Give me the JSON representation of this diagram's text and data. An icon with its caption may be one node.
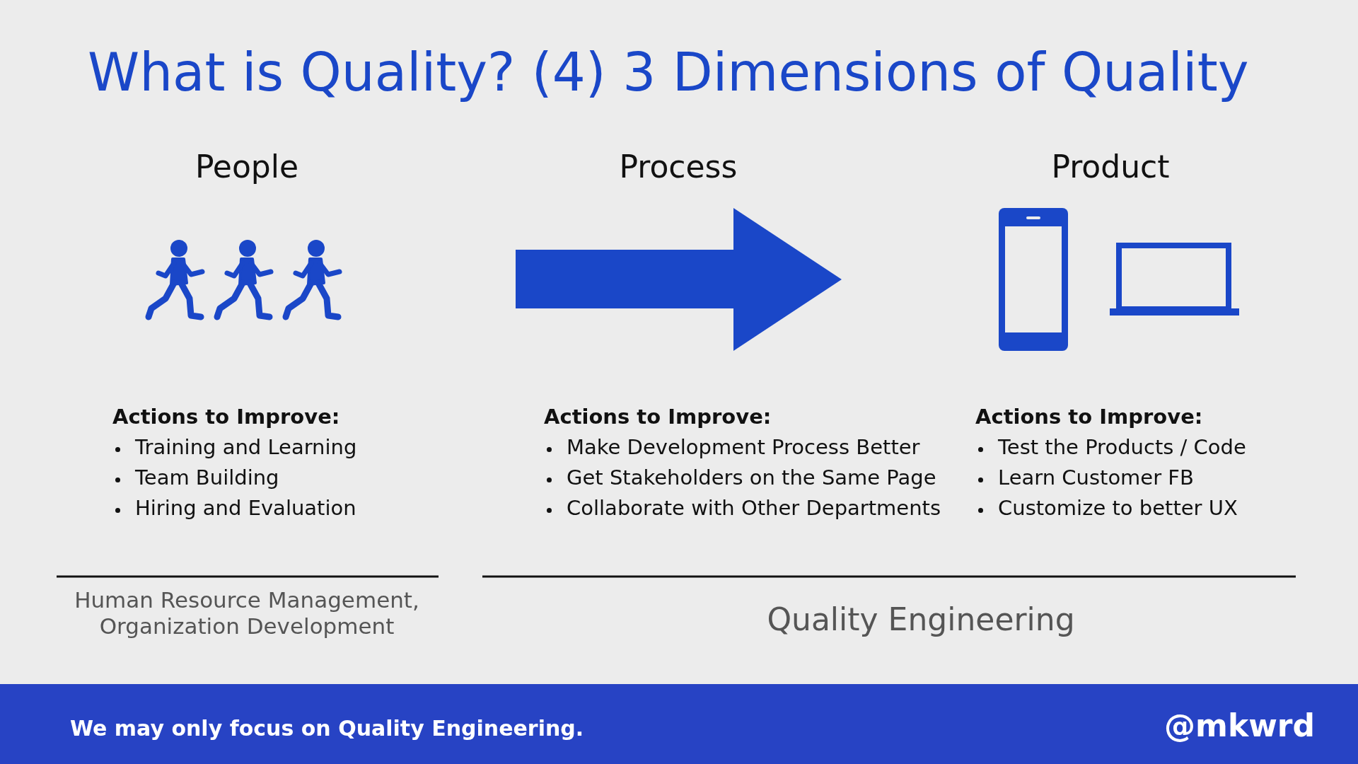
{
  "diagram": {
    "title": "What is Quality? (4) 3 Dimensions of Quality",
    "labels": [
      "People",
      "Process",
      "Product",
      "Actions to Improve:",
      "Training and Learning",
      "Team Building",
      "Hiring and Evaluation",
      "Actions to Improve:",
      "Make Development Process Better",
      "Get Stakeholders on the Same Page",
      "Collaborate with Other Departments",
      "Actions to Improve:",
      "Test the Products / Code",
      "Learn Customer FB",
      "Customize to better UX",
      "Human Resource Management, Organization Development",
      "Quality Engineering",
      "We may only focus on Quality Engineering.",
      "@mkwrd"
    ]
  }
}
